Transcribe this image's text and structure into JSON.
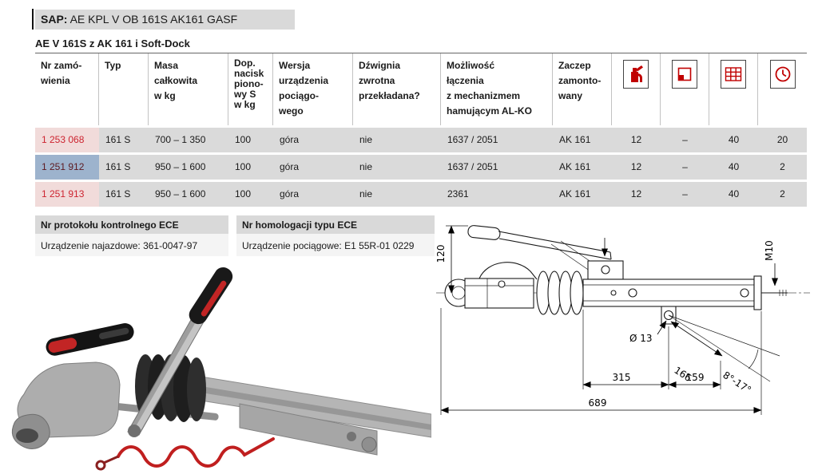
{
  "header": {
    "sap_label": "SAP:",
    "sap_value": " AE KPL V OB 161S AK161 GASF",
    "subtitle": "AE V 161S z AK 161 i Soft-Dock"
  },
  "table": {
    "headers": [
      "Nr zamó-\nwienia",
      "Typ",
      "Masa\ncałkowita\nw kg",
      "Dop.\nnacisk\npiono-\nwy S\nw kg",
      "Wersja\nurządzenia\npociągo-\nwego",
      "Dźwignia\nzwrotna\nprzekładana?",
      "Możliwość\nłączenia\nz mechanizmem\nhamującym AL-KO",
      "Zaczep\nzamonto-\nwany"
    ],
    "icon_columns": [
      "canister-icon",
      "box-icon",
      "pallet-grid-icon",
      "clock-icon"
    ],
    "rows": [
      {
        "order_no": "1 253 068",
        "type": "161 S",
        "total_mass": "700 – 1 350",
        "vertical_load": "100",
        "towing_version": "góra",
        "reversing_lever": "nie",
        "brake_compat": "1637 / 2051",
        "coupling_mounted": "AK 161",
        "icon1": "12",
        "icon2": "–",
        "icon3": "40",
        "icon4": "20",
        "highlighted": false
      },
      {
        "order_no": "1 251 912",
        "type": "161 S",
        "total_mass": "950 – 1 600",
        "vertical_load": "100",
        "towing_version": "góra",
        "reversing_lever": "nie",
        "brake_compat": "1637 / 2051",
        "coupling_mounted": "AK 161",
        "icon1": "12",
        "icon2": "–",
        "icon3": "40",
        "icon4": "2",
        "highlighted": true
      },
      {
        "order_no": "1 251 913",
        "type": "161 S",
        "total_mass": "950 – 1 600",
        "vertical_load": "100",
        "towing_version": "góra",
        "reversing_lever": "nie",
        "brake_compat": "2361",
        "coupling_mounted": "AK 161",
        "icon1": "12",
        "icon2": "–",
        "icon3": "40",
        "icon4": "2",
        "highlighted": false
      }
    ]
  },
  "ece_boxes": [
    {
      "title": "Nr protokołu kontrolnego ECE",
      "body": "Urządzenie najazdowe: 361-0047-97"
    },
    {
      "title": "Nr homologacji typu ECE",
      "body": "Urządzenie pociągowe: E1 55R-01 0229"
    }
  ],
  "drawing": {
    "dim_height": "120",
    "dim_thread": "M10",
    "dim_hole": "Ø 13",
    "dim_166": "166",
    "dim_angle": "8°-17°",
    "dim_315": "315",
    "dim_159": "159",
    "dim_overall": "689"
  },
  "colors": {
    "accent_red": "#c00000",
    "row_gray": "#dadada",
    "order_pink": "#f1dbda",
    "selection_blue": "#9db3cd",
    "bar_gray": "#d9d9d9"
  }
}
